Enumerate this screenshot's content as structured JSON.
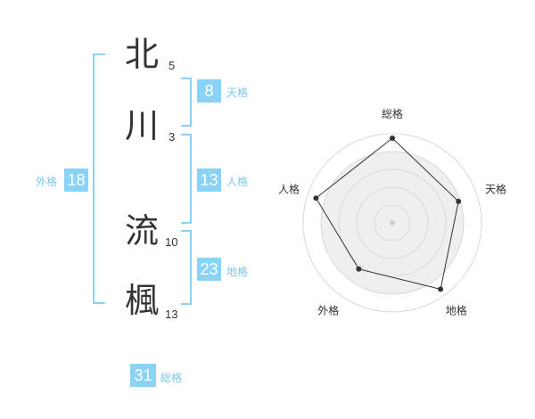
{
  "name": {
    "chars": [
      {
        "char": "北",
        "strokes": "5"
      },
      {
        "char": "川",
        "strokes": "3"
      },
      {
        "char": "流",
        "strokes": "10"
      },
      {
        "char": "楓",
        "strokes": "13"
      }
    ]
  },
  "fortune": {
    "tenkaku": {
      "value": "8",
      "label": "天格"
    },
    "jinkaku": {
      "value": "13",
      "label": "人格"
    },
    "chikaku": {
      "value": "23",
      "label": "地格"
    },
    "gaikaku": {
      "value": "18",
      "label": "外格"
    },
    "soukaku": {
      "value": "31",
      "label": "総格"
    }
  },
  "radar": {
    "axes": [
      "総格",
      "天格",
      "地格",
      "外格",
      "人格"
    ],
    "values": [
      0.95,
      0.78,
      0.92,
      0.64,
      0.9
    ],
    "colors": {
      "fill": "#efefef",
      "ring": "#d8d8d8",
      "line": "#333333",
      "center": "#cccccc"
    }
  }
}
